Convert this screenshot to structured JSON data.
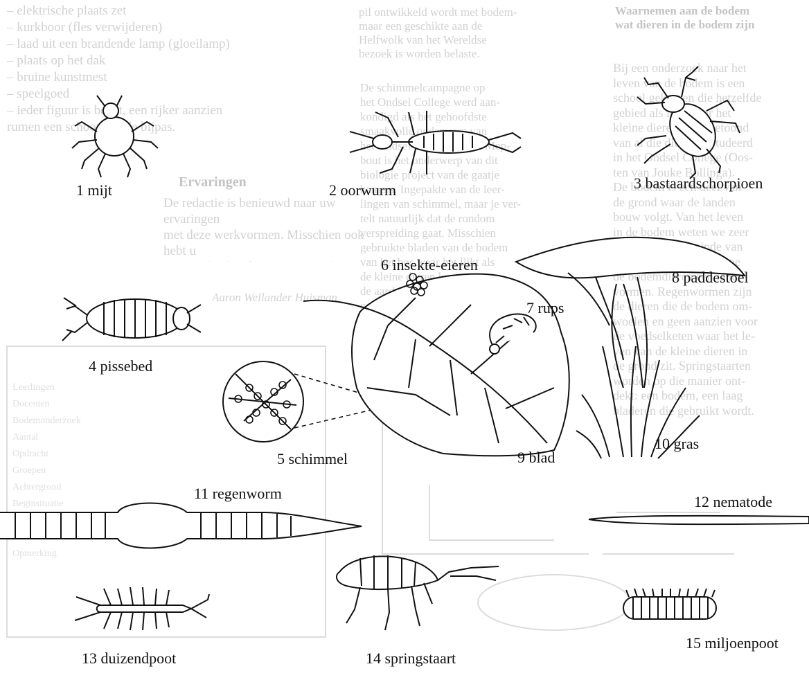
{
  "background_text": {
    "col1_top": "– elektrische plaats zet\n– kurkboor (fles verwijderen)\n– laad uit een brandende lamp (gloeilamp)\n– plaats op het dak\n– bruine kunstmest\n– speelgoed\n– ieder figuur is bevat, een rijker aanzien\nrumen een schoon goede bijpas.",
    "col1_heading": "Ervaringen",
    "col1_para": "De redactie is benieuwd naar uw ervaringen\nmet deze werkvormen. Misschien ook hebt u\nnog een heel andere manier om het onder-\nwerp roken te bespreken. Laat het ons weten!",
    "col1_sign": "Aaron Wellander Huisman",
    "col2_top": "pil ontwikkeld wordt met bodem-\nmaar een geschikte aan de\nHelfwolk van het Wereldse\nbezoek is worden belaste.",
    "col2_body": "De schimmelcampagne op\nhet Ondsel College werd aan-\nkondigd als het gehoofdste\nsmaakvolle onderwerp van\nhet Ondsel College. Henk Mep-\nbout is het onderwerp van dit\nbiologie project van de gaatje\nkamers. Ingepakte van de leer-\nlingen van schimmel, maar je ver-\ntelt natuurlijk dat de rondom\nverspreiding gaat. Misschien\ngebruikte bladen van de bodem\nvan het bos waar het lijkt als\nde kleine dieren kunnen in\nde aarde zitten; het werd\neen interessant les, die in-\nteressante resultaten ontstaan\nop deze bladeren gebeurde.",
    "col3_top": "Waarnemen aan de bodem\nwat dieren in de bodem zijn",
    "col3_body": "Bij een onderzoek naar het\nleven van de bodem is een\nschool gekomen die hetzelfde\ngebied als in de jaar het\nkleine dieren werd getoond\nvan al die dieren bestudeerd\nin het Ondsel College (Oos-\nten van Jouke Bollinga).\nDe bodem is een deel van\nde grond waar de landen\nbouw volgt. Van het leven\nin de bodem weten we zeer\nweinig. Aan het einde van\nde les werd uitgelegd hoe\nde bodemdieren een land\nvormen. Regenwormen zijn\nde dieren die de bodem om-\nwoelen en geen aanzien voor\nde voedselketen waar het le-\nven van de kleine dieren in\nde grond zit. Springstaarten\nworden op die manier ont-\ndekt: een bodem, een laag\nbladeren die gebruikt wordt.",
    "bottom_lines": "Leerlingen\nDocenten\nBodemonderzoek\nAantal\nOpdracht\nGroepen\nAchtergrond\nBeginsituatie\nLesduur\nMaterialen\nOpmerking"
  },
  "organisms": [
    {
      "number": "1",
      "name": "mijt"
    },
    {
      "number": "2",
      "name": "oorwurm"
    },
    {
      "number": "3",
      "name": "bastaardschorpioen"
    },
    {
      "number": "4",
      "name": "pissebed"
    },
    {
      "number": "5",
      "name": "schimmel"
    },
    {
      "number": "6",
      "name": "insekte-eieren"
    },
    {
      "number": "7",
      "name": "rups"
    },
    {
      "number": "8",
      "name": "paddestoel"
    },
    {
      "number": "9",
      "name": "blad"
    },
    {
      "number": "10",
      "name": "gras"
    },
    {
      "number": "11",
      "name": "regenworm"
    },
    {
      "number": "12",
      "name": "nematode"
    },
    {
      "number": "13",
      "name": "duizendpoot"
    },
    {
      "number": "14",
      "name": "springstaart"
    },
    {
      "number": "15",
      "name": "miljoenpoot"
    }
  ],
  "labels": [
    "1 mijt",
    "2 oorwurm",
    "3 bastaardschorpioen",
    "4 pissebed",
    "5 schimmel",
    "6 insekte-eieren",
    "7 rups",
    "8 paddestoel",
    "9 blad",
    "10 gras",
    "11 regenworm",
    "12 nematode",
    "13 duizendpoot",
    "14 springstaart",
    "15 miljoenpoot"
  ]
}
